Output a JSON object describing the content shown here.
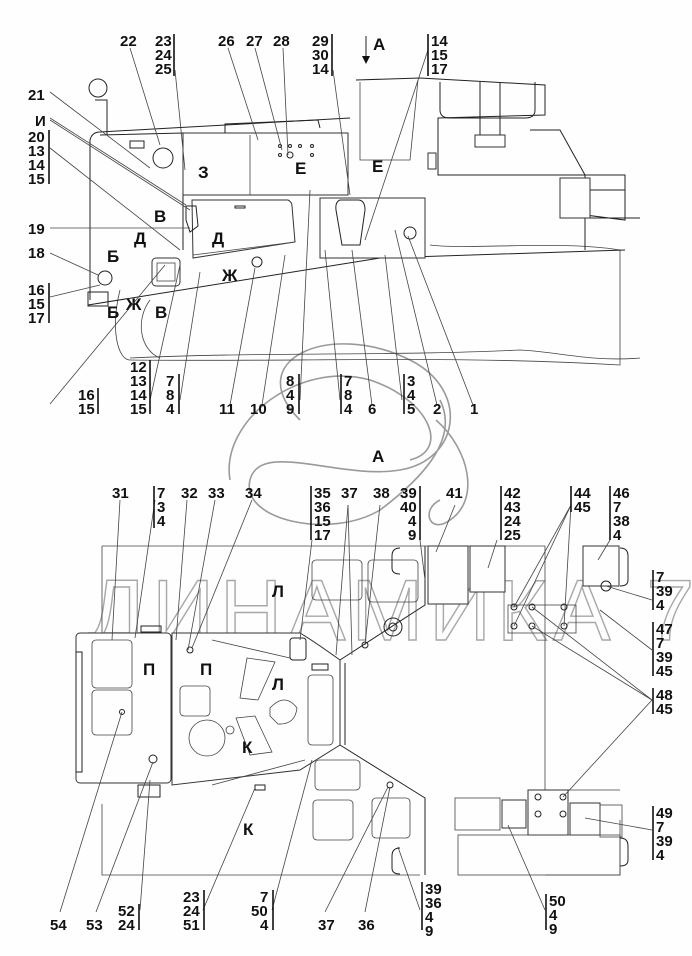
{
  "title": "Технический чертёж: вид сбоку и вид A",
  "watermark": "ДИНАМИКА 76",
  "view_labels": {
    "arrow_A": "A",
    "view_A_title": "A"
  },
  "section_marks": {
    "I": "И",
    "B": "В",
    "D": "Д",
    "B2": "Б",
    "Zh": "Ж",
    "Z": "З",
    "E": "Е",
    "L": "Л",
    "P": "П",
    "K": "К"
  },
  "top_view_callouts": [
    {
      "id": "c22",
      "lines": [
        "22"
      ]
    },
    {
      "id": "c23",
      "lines": [
        "23",
        "24",
        "25"
      ]
    },
    {
      "id": "c26",
      "lines": [
        "26"
      ]
    },
    {
      "id": "c27",
      "lines": [
        "27"
      ]
    },
    {
      "id": "c28",
      "lines": [
        "28"
      ]
    },
    {
      "id": "c29",
      "lines": [
        "29",
        "30",
        "14"
      ]
    },
    {
      "id": "c14",
      "lines": [
        "14",
        "15",
        "17"
      ]
    },
    {
      "id": "c21",
      "lines": [
        "21"
      ]
    },
    {
      "id": "cI",
      "lines": [
        "И"
      ]
    },
    {
      "id": "c20",
      "lines": [
        "20",
        "13",
        "14",
        "15"
      ]
    },
    {
      "id": "c19",
      "lines": [
        "19"
      ]
    },
    {
      "id": "c18",
      "lines": [
        "18"
      ]
    },
    {
      "id": "c16a",
      "lines": [
        "16",
        "15",
        "17"
      ]
    },
    {
      "id": "c16b",
      "lines": [
        "16",
        "15"
      ]
    },
    {
      "id": "c12",
      "lines": [
        "12",
        "13",
        "14",
        "15"
      ]
    },
    {
      "id": "c7a",
      "lines": [
        "7",
        "8",
        "4"
      ]
    },
    {
      "id": "c11",
      "lines": [
        "11"
      ]
    },
    {
      "id": "c10",
      "lines": [
        "10"
      ]
    },
    {
      "id": "c8",
      "lines": [
        "8",
        "4",
        "9"
      ]
    },
    {
      "id": "c7b",
      "lines": [
        "7",
        "8",
        "4"
      ]
    },
    {
      "id": "c6",
      "lines": [
        "6"
      ]
    },
    {
      "id": "c3",
      "lines": [
        "3",
        "4",
        "5"
      ]
    },
    {
      "id": "c2",
      "lines": [
        "2"
      ]
    },
    {
      "id": "c1",
      "lines": [
        "1"
      ]
    }
  ],
  "bottom_view_callouts": [
    {
      "id": "c31",
      "lines": [
        "31"
      ]
    },
    {
      "id": "c7c",
      "lines": [
        "7",
        "3",
        "4"
      ]
    },
    {
      "id": "c32",
      "lines": [
        "32"
      ]
    },
    {
      "id": "c33",
      "lines": [
        "33"
      ]
    },
    {
      "id": "c34",
      "lines": [
        "34"
      ]
    },
    {
      "id": "c35",
      "lines": [
        "35",
        "36",
        "15",
        "17"
      ]
    },
    {
      "id": "c37a",
      "lines": [
        "37"
      ]
    },
    {
      "id": "c38",
      "lines": [
        "38"
      ]
    },
    {
      "id": "c39a",
      "lines": [
        "39",
        "40",
        "4",
        "9"
      ]
    },
    {
      "id": "c41",
      "lines": [
        "41"
      ]
    },
    {
      "id": "c42",
      "lines": [
        "42",
        "43",
        "24",
        "25"
      ]
    },
    {
      "id": "c44",
      "lines": [
        "44",
        "45"
      ]
    },
    {
      "id": "c46",
      "lines": [
        "46",
        "7",
        "38",
        "4"
      ]
    },
    {
      "id": "c7d",
      "lines": [
        "7",
        "39",
        "4"
      ]
    },
    {
      "id": "c47",
      "lines": [
        "47",
        "7",
        "39",
        "45"
      ]
    },
    {
      "id": "c48",
      "lines": [
        "48",
        "45"
      ]
    },
    {
      "id": "c49",
      "lines": [
        "49",
        "7",
        "39",
        "4"
      ]
    },
    {
      "id": "c54",
      "lines": [
        "54"
      ]
    },
    {
      "id": "c53",
      "lines": [
        "53"
      ]
    },
    {
      "id": "c52",
      "lines": [
        "52",
        "24"
      ]
    },
    {
      "id": "c23b",
      "lines": [
        "23",
        "24",
        "51"
      ]
    },
    {
      "id": "c7e",
      "lines": [
        "7",
        "50",
        "4"
      ]
    },
    {
      "id": "c37b",
      "lines": [
        "37"
      ]
    },
    {
      "id": "c36",
      "lines": [
        "36"
      ]
    },
    {
      "id": "c39b",
      "lines": [
        "39",
        "36",
        "4",
        "9"
      ]
    },
    {
      "id": "c50",
      "lines": [
        "50",
        "4",
        "9"
      ]
    }
  ]
}
